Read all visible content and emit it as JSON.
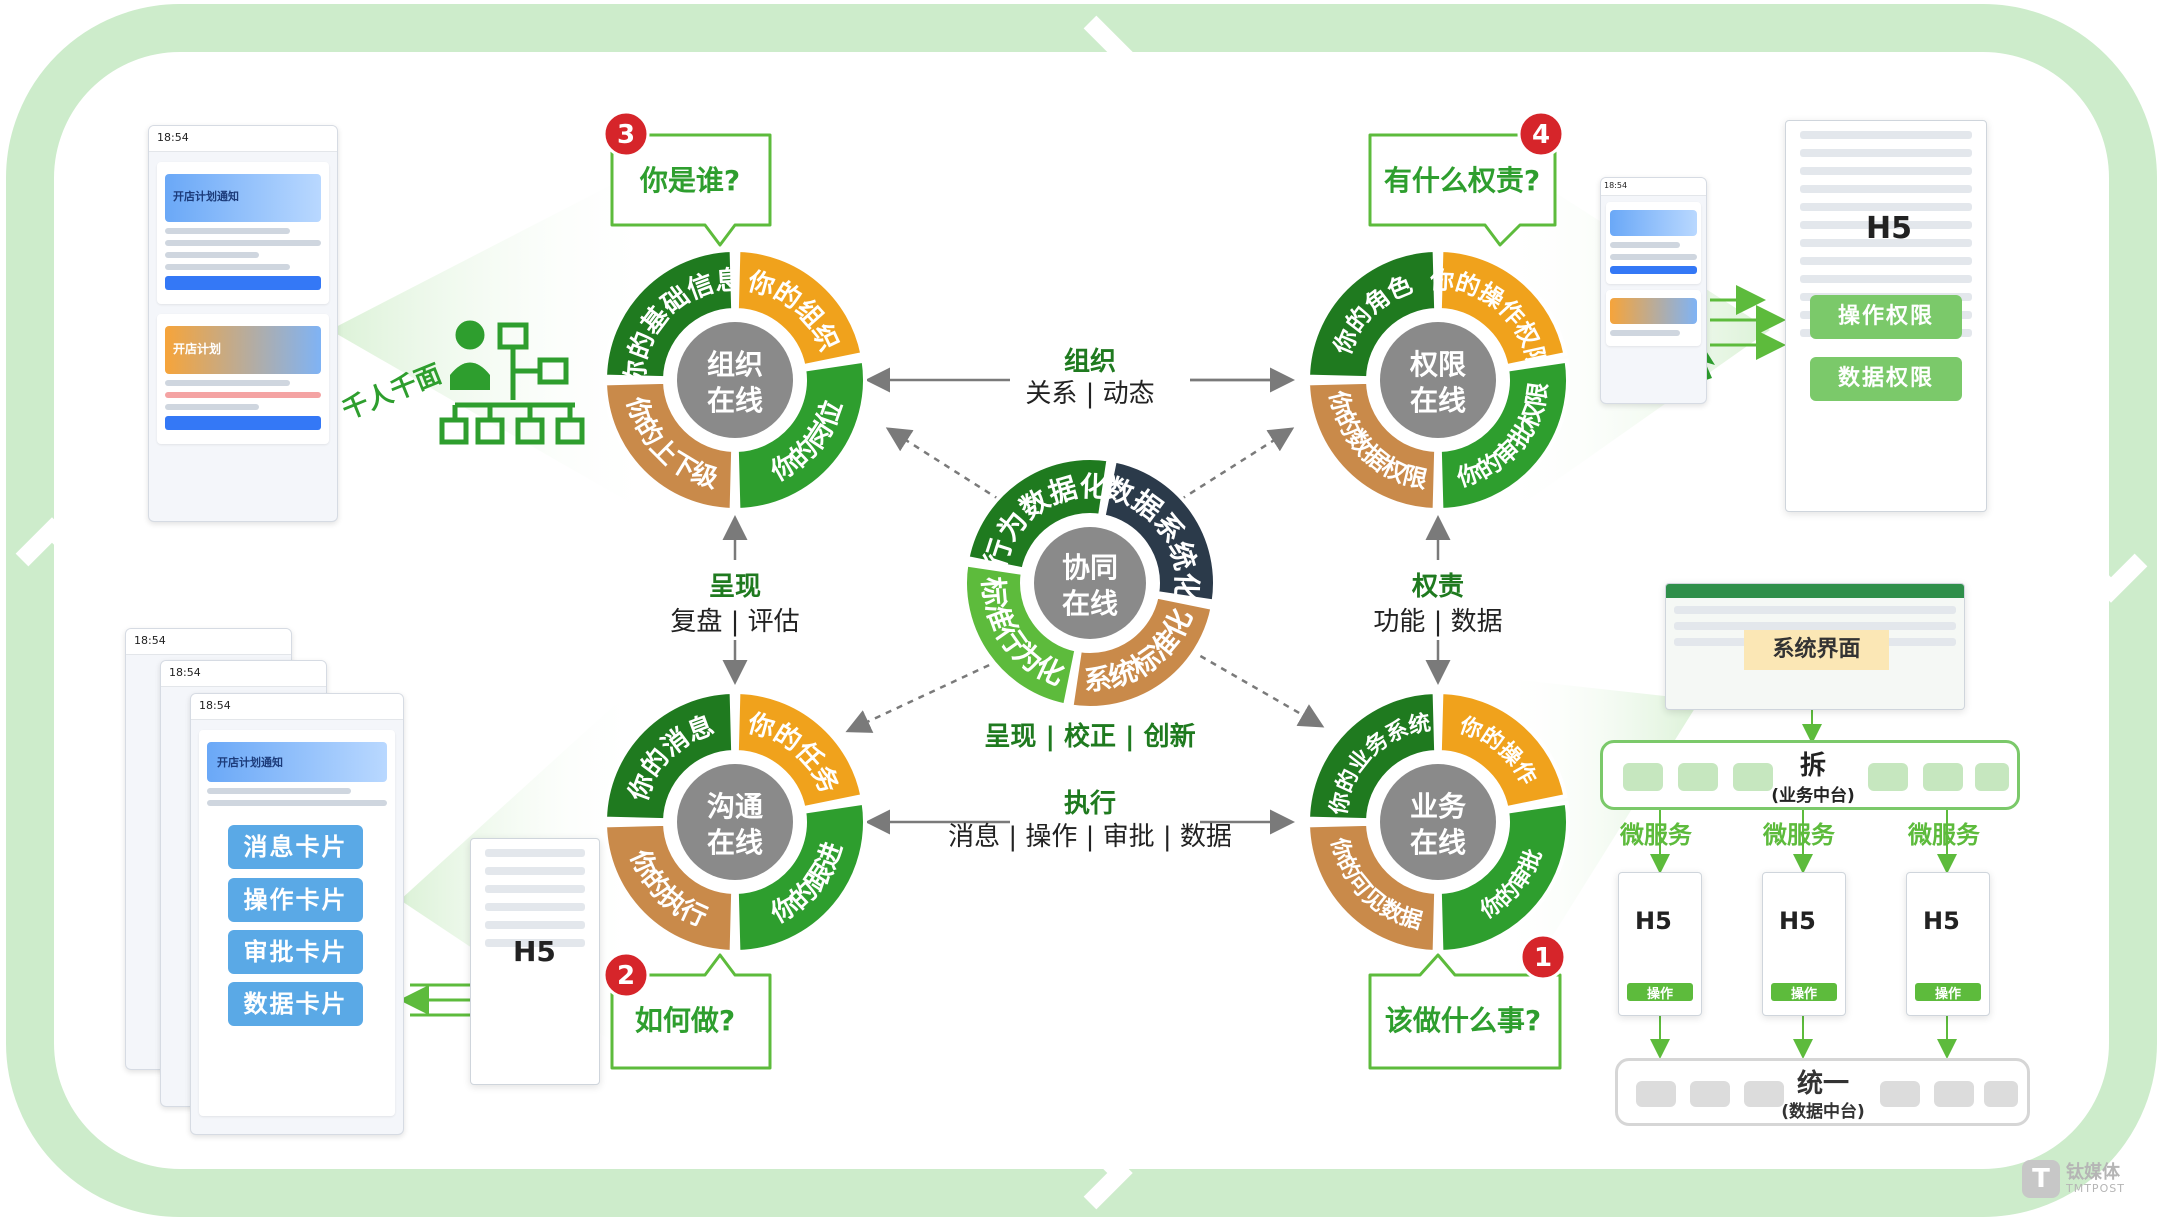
{
  "center": {
    "title1": "协同",
    "title2": "在线",
    "ring": [
      "行为数据化",
      "数据系统化",
      "系统标准化",
      "标准行为化"
    ],
    "caption": "呈现 | 校正 | 创新"
  },
  "nodes": {
    "org": {
      "t1": "组织",
      "t2": "在线",
      "seg": [
        "你的基础信息",
        "你的组织",
        "你的岗位",
        "你的上下级"
      ]
    },
    "perm": {
      "t1": "权限",
      "t2": "在线",
      "seg": [
        "你的角色",
        "你的操作权限",
        "你的审批权限",
        "你的数据权限"
      ]
    },
    "comm": {
      "t1": "沟通",
      "t2": "在线",
      "seg": [
        "你的消息",
        "你的任务",
        "你的跟进",
        "你的执行"
      ]
    },
    "biz": {
      "t1": "业务",
      "t2": "在线",
      "seg": [
        "你的业务系统",
        "你的操作",
        "你的审批",
        "你的可见数据"
      ]
    }
  },
  "bubbles": [
    {
      "num": "3",
      "text": "你是谁?"
    },
    {
      "num": "4",
      "text": "有什么权责?"
    },
    {
      "num": "2",
      "text": "如何做?"
    },
    {
      "num": "1",
      "text": "该做什么事?"
    }
  ],
  "links": {
    "top": {
      "title": "组织",
      "sub": "关系 | 动态"
    },
    "left": {
      "title": "呈现",
      "sub": "复盘 | 评估"
    },
    "right": {
      "title": "权责",
      "sub": "功能 | 数据"
    },
    "bottom": {
      "title": "执行",
      "sub": "消息 | 操作 | 审批 | 数据"
    }
  },
  "left_top": {
    "label": "千人千面",
    "phone_title": "开店计划通知",
    "phone_banner": "开店计划"
  },
  "left_bottom": {
    "cards": [
      "消息卡片",
      "操作卡片",
      "审批卡片",
      "数据卡片"
    ],
    "h5": "H5",
    "phone_title": "开店计划通知"
  },
  "right_top": {
    "h5": "H5",
    "perm_buttons": [
      "操作权限",
      "数据权限"
    ]
  },
  "right_bottom": {
    "system": "系统界面",
    "split": "拆",
    "split_sub": "(业务中台)",
    "services": [
      "微服务",
      "微服务",
      "微服务"
    ],
    "h5": [
      "H5",
      "H5",
      "H5"
    ],
    "op": [
      "操作",
      "操作",
      "操作"
    ],
    "unify": "统一",
    "unify_sub": "(数据中台)"
  },
  "watermark": {
    "name": "钛媒体",
    "sub": "TMTPOST"
  },
  "colors": {
    "dark_green": "#1f7a1f",
    "green": "#2e9e2e",
    "light_green": "#5dbb3c",
    "orange": "#f0a21c",
    "brown": "#c98a4a",
    "navy": "#2b3a4a",
    "gray": "#8a8a8a",
    "red": "#d6252a",
    "frame": "#cdeccb"
  }
}
